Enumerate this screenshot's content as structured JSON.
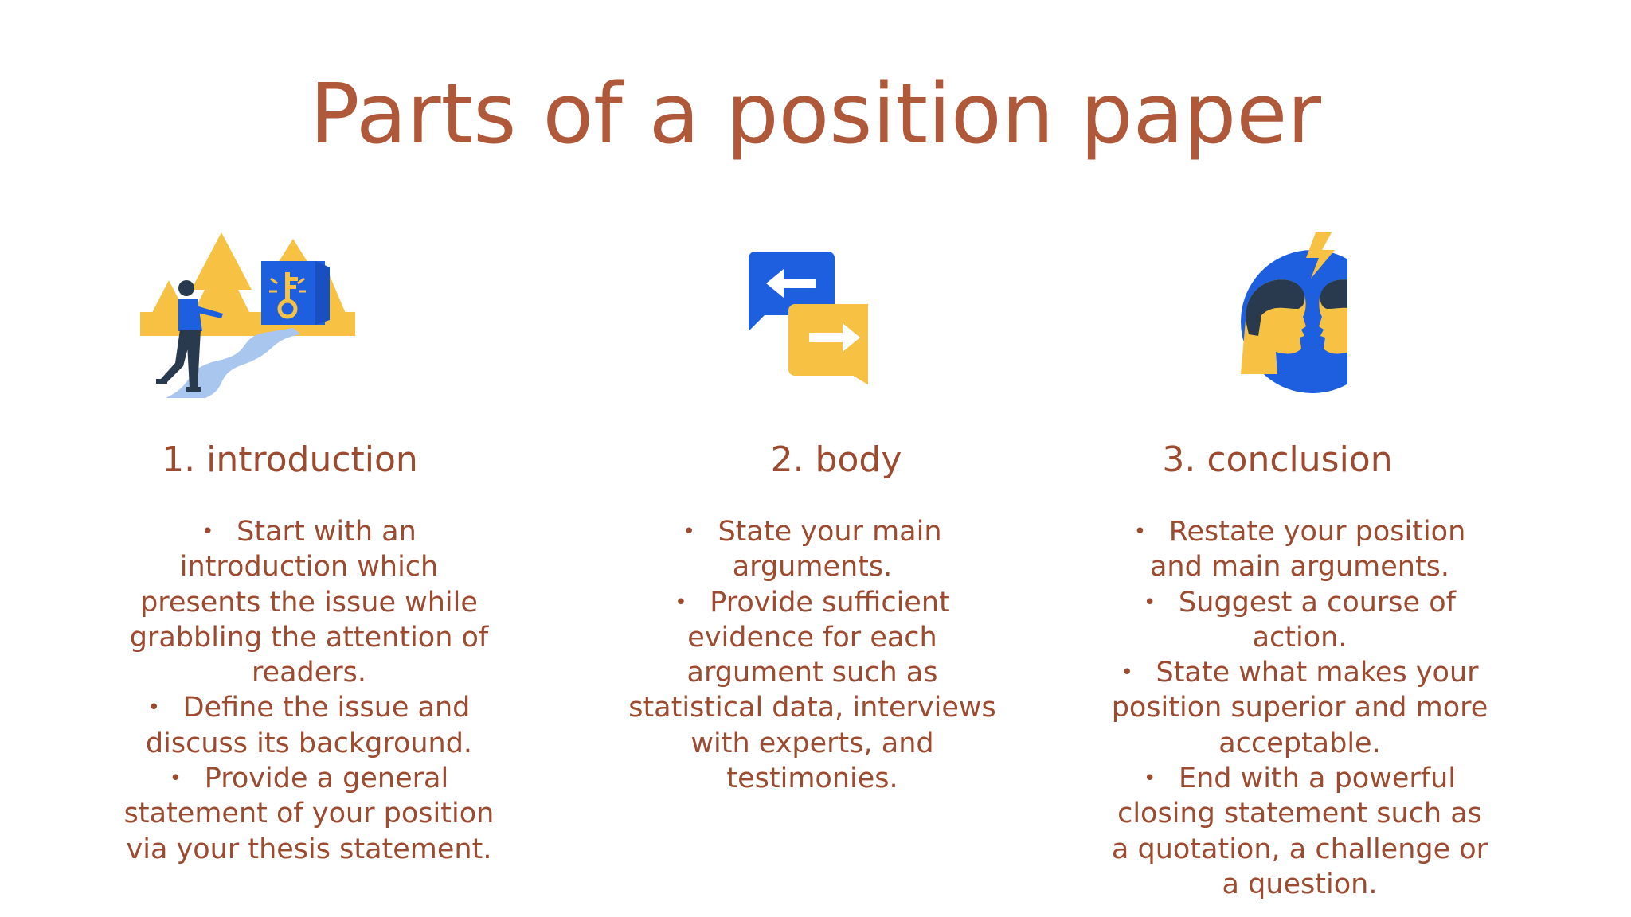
{
  "slide": {
    "title": "Parts of a position paper",
    "sections": [
      {
        "heading": "1. introduction",
        "icon": "key-journey-icon",
        "bullets": [
          "Start with an introduction which presents the issue while grabbling the attention of readers.",
          "Define the issue and discuss its background.",
          "Provide a general statement of your position via your thesis statement."
        ]
      },
      {
        "heading": "2. body",
        "icon": "speech-bubbles-arrows-icon",
        "bullets": [
          "State your main arguments.",
          "Provide sufficient evidence for each argument such as statistical data, interviews with experts, and testimonies."
        ]
      },
      {
        "heading": "3. conclusion",
        "icon": "debate-faces-icon",
        "bullets": [
          "Restate your position and main arguments.",
          "Suggest a course of action.",
          "State what makes your position superior and more acceptable.",
          "End with a powerful closing statement such as a quotation, a challenge or a question."
        ]
      }
    ]
  },
  "colors": {
    "title": "#B0583A",
    "text": "#9C4A30",
    "accent_blue": "#1E5FE0",
    "accent_yellow": "#F7C244",
    "dark": "#2A3A4E"
  }
}
